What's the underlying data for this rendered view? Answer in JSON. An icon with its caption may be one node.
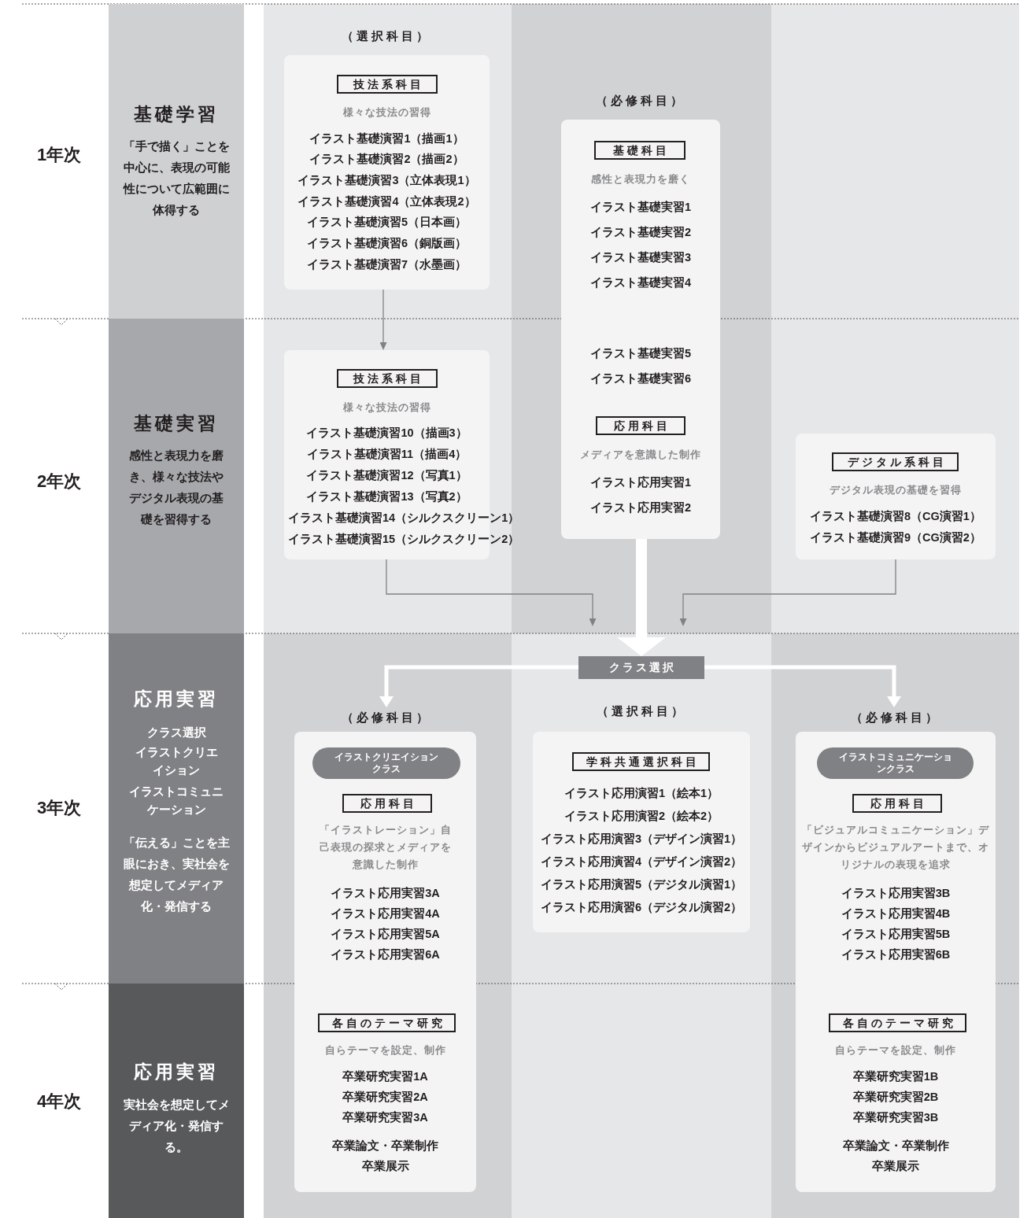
{
  "diagram": {
    "nodes": [
      {
        "text": [
          "基礎学習",
          "「手で描く」ことを中心に、表現の可能性について広範囲に体得する"
        ]
      },
      {
        "text": [
          "基礎実習",
          "感性と表現力を磨き、様々な技法やデジタル表現の基礎を習得する"
        ]
      },
      {
        "text": [
          "応用実習",
          "クラス選択",
          "イラストクリエイション",
          "イラストコミュニケーション",
          "「伝える」ことを主眼におき、実社会を想定してメディア化・発信する"
        ]
      },
      {
        "text": [
          "応用実習",
          "実社会を想定してメディア化・発信する。"
        ]
      },
      {
        "text": [
          "様々な技法の習得",
          "イラスト基礎演習1（描画1）",
          "イラスト基礎演習2（描画2）",
          "イラスト基礎演習3（立体表現1）",
          "イラスト基礎演習4（立体表現2）",
          "イラスト基礎演習5（日本画）",
          "イラスト基礎演習6（銅版画）",
          "イラスト基礎演習7（水墨画）"
        ],
        "beside": [
          "（選択科目）"
        ]
      },
      {
        "text": [
          "技法系科目"
        ],
        "in": 4
      },
      {
        "text": [
          "感性と表現力を磨く",
          "イラスト基礎実習1",
          "イラスト基礎実習2",
          "イラスト基礎実習3",
          "イラスト基礎実習4",
          "イラスト基礎実習5",
          "イラスト基礎実習6",
          "メディアを意識した制作",
          "イラスト応用実習1",
          "イラスト応用実習2"
        ],
        "beside": [
          "（必修科目）"
        ]
      },
      {
        "text": [
          "基礎科目"
        ],
        "in": 6
      },
      {
        "text": [
          "応用科目"
        ],
        "in": 6
      },
      {
        "text": [
          "様々な技法の習得",
          "イラスト基礎演習10（描画3）",
          "イラスト基礎演習11（描画4）",
          "イラスト基礎演習12（写真1）",
          "イラスト基礎演習13（写真2）",
          "イラスト基礎演習14（シルクスクリーン1）",
          "イラスト基礎演習15（シルクスクリーン2）"
        ]
      },
      {
        "text": [
          "技法系科目"
        ],
        "in": 9
      },
      {
        "text": [
          "デジタル表現の基礎を習得",
          "イラスト基礎演習8（CG演習1）",
          "イラスト基礎演習9（CG演習2）"
        ]
      },
      {
        "text": [
          "デジタル系科目"
        ],
        "in": 11
      },
      {
        "text": [
          "クラス選択"
        ]
      },
      {
        "text": [
          "（必修科目）"
        ]
      },
      {
        "text": [
          "「イラストレーション」自己表現の探求とメディアを意識した制作",
          "イラスト応用実習3A",
          "イラスト応用実習4A",
          "イラスト応用実習5A",
          "イラスト応用実習6A",
          "自らテーマを設定、制作",
          "卒業研究実習1A",
          "卒業研究実習2A",
          "卒業研究実習3A",
          "卒業論文・卒業制作",
          "卒業展示"
        ]
      },
      {
        "text": [
          "イラストクリエイションクラス"
        ],
        "in": 15
      },
      {
        "text": [
          "応用科目"
        ],
        "in": 15
      },
      {
        "text": [
          "各自のテーマ研究"
        ],
        "in": 15
      },
      {
        "text": [
          "イラスト応用演習1（絵本1）",
          "イラスト応用演習2（絵本2）",
          "イラスト応用演習3（デザイン演習1）",
          "イラスト応用演習4（デザイン演習2）",
          "イラスト応用演習5（デジタル演習1）",
          "イラスト応用演習6（デジタル演習2）"
        ],
        "beside": [
          "（選択科目）"
        ]
      },
      {
        "text": [
          "学科共通選択科目"
        ],
        "in": 19
      },
      {
        "text": [
          "（必修科目）"
        ]
      },
      {
        "text": [
          "「ビジュアルコミュニケーション」デザインからビジュアルアートまで、オリジナルの表現を追求",
          "イラスト応用実習3B",
          "イラスト応用実習4B",
          "イラスト応用実習5B",
          "イラスト応用実習6B",
          "自らテーマを設定、制作",
          "卒業研究実習1B",
          "卒業研究実習2B",
          "卒業研究実習3B",
          "卒業論文・卒業制作",
          "卒業展示"
        ]
      },
      {
        "text": [
          "イラストコミュニケーションクラス"
        ],
        "in": 22
      },
      {
        "text": [
          "応用科目"
        ],
        "in": 22
      },
      {
        "text": [
          "各自のテーマ研究"
        ],
        "in": 22
      }
    ],
    "edges": [
      {
        "from": 4,
        "to": 9,
        "arrow": "to"
      },
      {
        "from": 9,
        "to": null,
        "arrow": "to"
      },
      {
        "from": 6,
        "to": 13,
        "arrow": "to",
        "style": "thick",
        "color": "#ffffff"
      },
      {
        "from": 11,
        "to": null,
        "arrow": "to"
      },
      {
        "from": 13,
        "to": 14,
        "arrow": "to",
        "style": "thick",
        "color": "#ffffff"
      },
      {
        "from": 13,
        "to": 21,
        "arrow": "to",
        "style": "thick",
        "color": "#ffffff"
      }
    ],
    "labels": [
      "1年次",
      "2年次",
      "3年次",
      "4年次"
    ]
  }
}
